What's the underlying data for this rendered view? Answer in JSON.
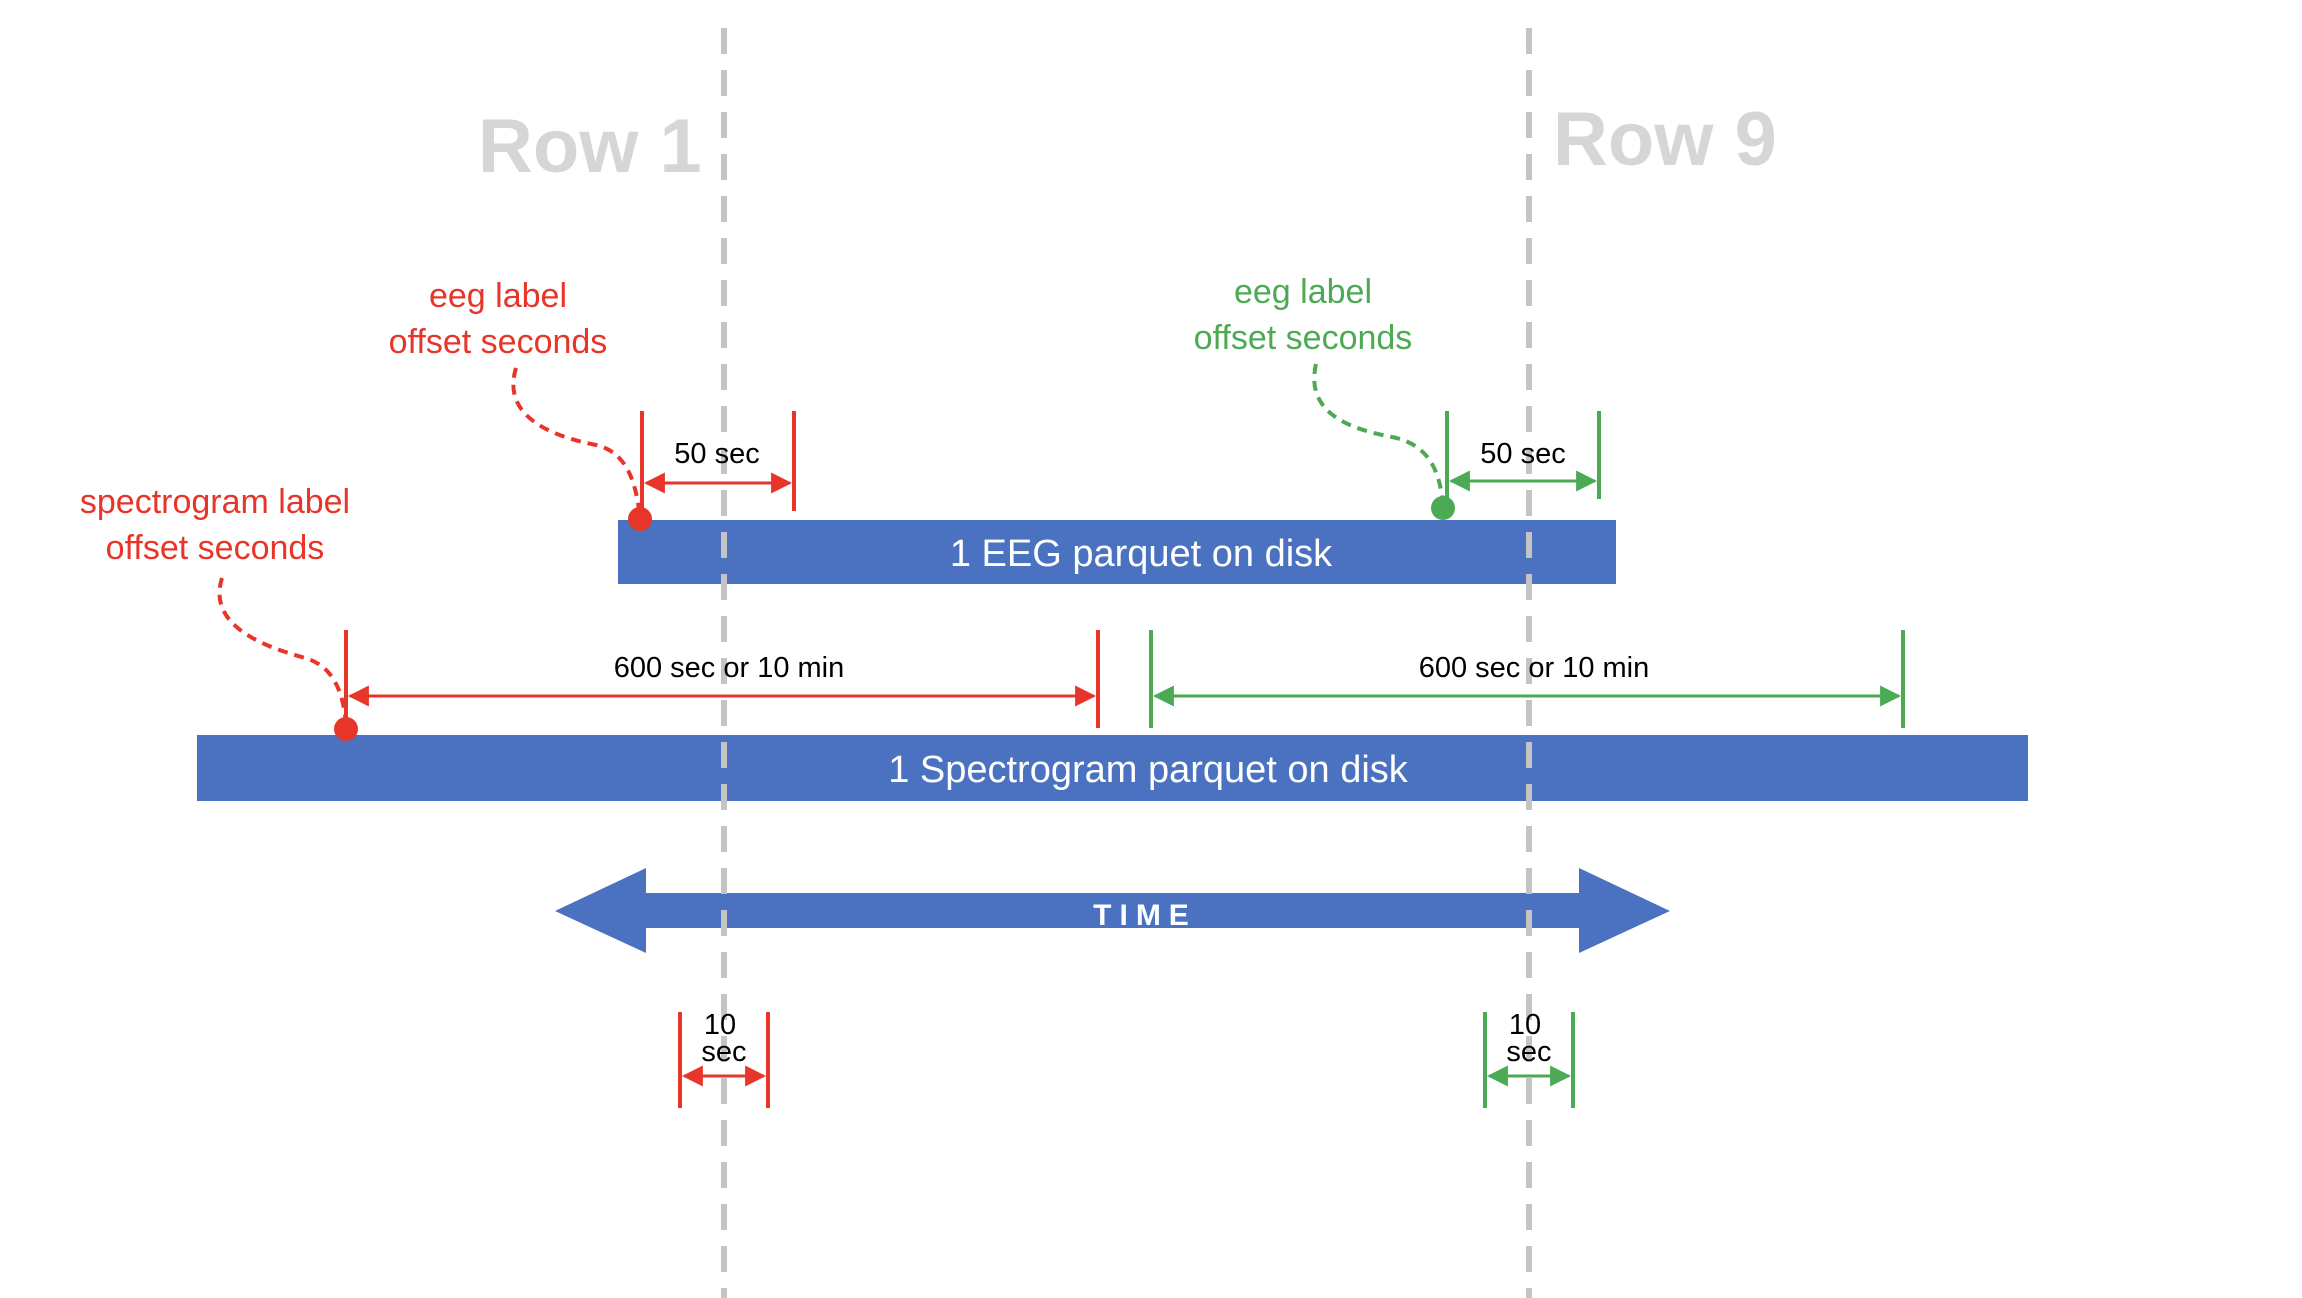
{
  "rows": {
    "row1": "Row 1",
    "row9": "Row 9"
  },
  "annotations": {
    "eeg_offset_red": [
      "eeg label",
      "offset seconds"
    ],
    "eeg_offset_green": [
      "eeg label",
      "offset seconds"
    ],
    "spectrogram_offset": [
      "spectrogram label",
      "offset seconds"
    ]
  },
  "dimensions": {
    "eeg_window_red": "50 sec",
    "eeg_window_green": "50 sec",
    "spec_window_red": "600 sec or 10 min",
    "spec_window_green": "600 sec or 10 min",
    "center_window_red": [
      "10",
      "sec"
    ],
    "center_window_green": [
      "10",
      "sec"
    ]
  },
  "bars": {
    "eeg": "1 EEG parquet on disk",
    "spectrogram": "1 Spectrogram parquet on disk"
  },
  "time_arrow": "TIME",
  "colors": {
    "bar_blue": "#4a72c0",
    "red": "#e8352a",
    "green": "#4caa55",
    "guide_gray": "#c4c4c4",
    "row_title_gray": "#d6d6d6"
  }
}
